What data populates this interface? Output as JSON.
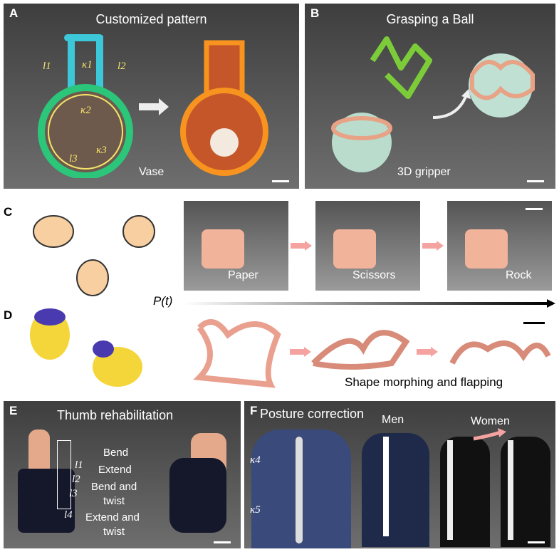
{
  "panelA": {
    "label": "A",
    "title": "Customized pattern",
    "caption": "Vase",
    "symbols": [
      "l1",
      "l2",
      "l3",
      "κ1",
      "κ2",
      "κ3"
    ]
  },
  "panelB": {
    "label": "B",
    "title": "Grasping a Ball",
    "caption": "3D gripper"
  },
  "panelC": {
    "label": "C",
    "steps": [
      "Paper",
      "Scissors",
      "Rock"
    ]
  },
  "axis": {
    "label": "P(t)"
  },
  "panelD": {
    "label": "D",
    "caption": "Shape morphing and flapping"
  },
  "panelE": {
    "label": "E",
    "title": "Thumb rehabilitation",
    "segments": [
      "l1",
      "l2",
      "l3",
      "l4"
    ],
    "motions": [
      "Bend",
      "Extend",
      "Bend and",
      "twist",
      "Extend and",
      "twist"
    ]
  },
  "panelF": {
    "label": "F",
    "title": "Posture correction",
    "men": "Men",
    "women": "Women",
    "symbols": [
      "κ4",
      "κ5"
    ]
  }
}
